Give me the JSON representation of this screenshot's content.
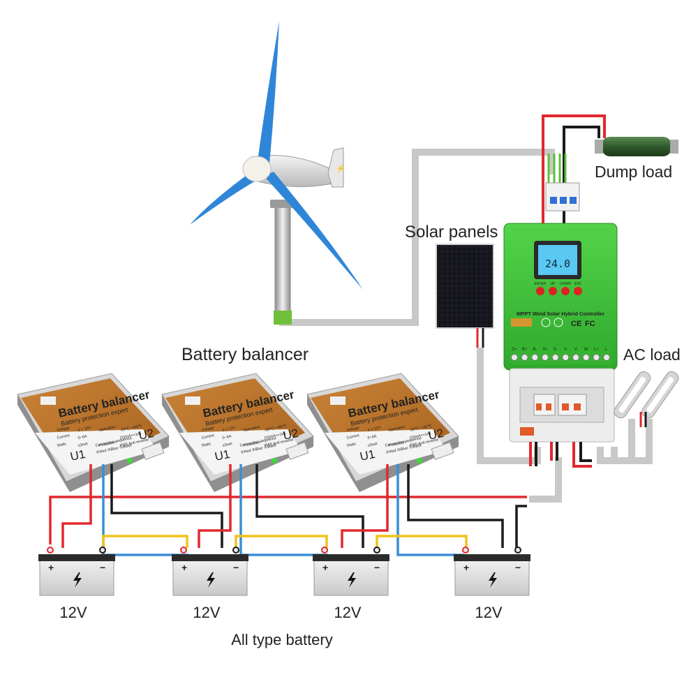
{
  "labels": {
    "dump_load": "Dump load",
    "solar_panels": "Solar panels",
    "ac_load": "AC load",
    "battery_balancer": "Battery balancer",
    "all_type_battery": "All type battery"
  },
  "controller": {
    "lcd_value": "24.0",
    "buttons": [
      "ENTER",
      "UP",
      "DOWN",
      "ESC"
    ],
    "title": "MPPT Wind Solar Hybrid Controller",
    "marks": [
      "CE",
      "FC"
    ],
    "terminals": [
      "D+",
      "B+",
      "B-",
      "S+",
      "S-",
      "U",
      "V",
      "W",
      "L+",
      "L-"
    ]
  },
  "balancer": {
    "title": "Battery balancer",
    "subtitle": "Battery protection expert",
    "specs": [
      [
        "Voltage",
        "2 × 12V",
        "Operation",
        "-20℃~+60℃"
      ],
      [
        "Current",
        "0~6A",
        "",
        "(10mA<=1A)"
      ],
      [
        "Static",
        "≤3mA",
        "Protection",
        "IP65,Anti-reverse"
      ]
    ],
    "u1": "U1",
    "u2": "U2",
    "connection_title": "Connection sequence",
    "connection_seq": "②Red ③Blue ①Black"
  },
  "batteries": [
    {
      "voltage": "12V",
      "plus": "+",
      "minus": "−"
    },
    {
      "voltage": "12V",
      "plus": "+",
      "minus": "−"
    },
    {
      "voltage": "12V",
      "plus": "+",
      "minus": "−"
    },
    {
      "voltage": "12V",
      "plus": "+",
      "minus": "−"
    }
  ],
  "colors": {
    "wire_red": "#e0282e",
    "wire_black": "#1a1a1a",
    "wire_blue": "#3a8fd6",
    "wire_yellow": "#f2c21b",
    "wire_gray": "#c8c8c8",
    "wire_green": "#5fbf3a",
    "controller_green": "#3fbf3a",
    "balancer_orange": "#b8732c",
    "turbine_blue": "#2f86d8"
  }
}
